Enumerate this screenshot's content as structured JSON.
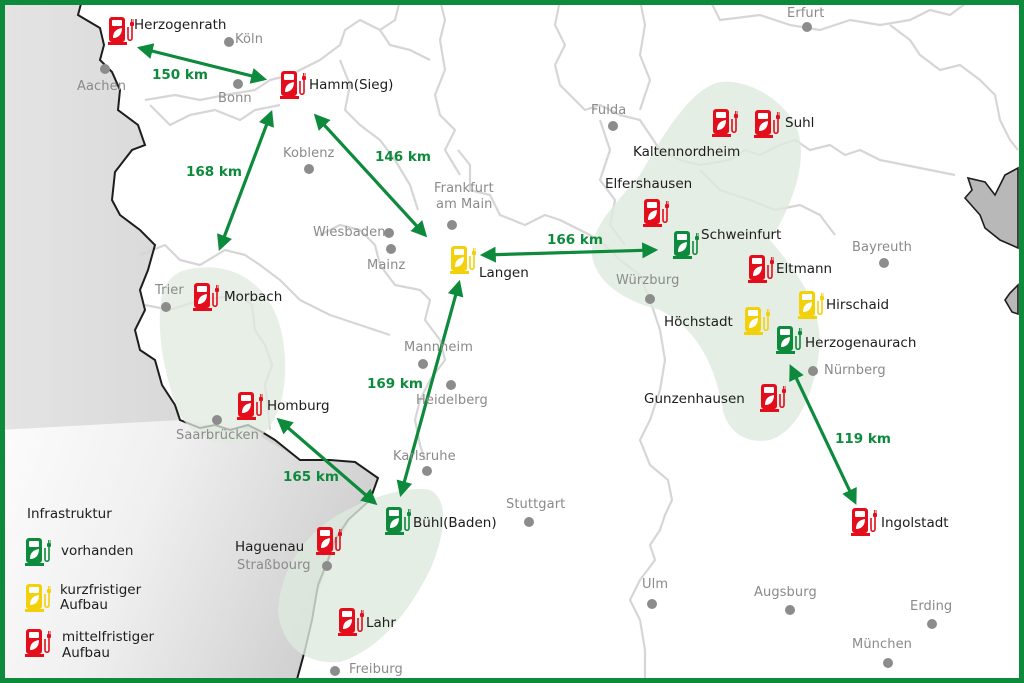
{
  "colors": {
    "border": "#0d8a3c",
    "arrow": "#0d8a3c",
    "existing": "#0d8a3c",
    "short_term": "#f2d10a",
    "mid_term": "#e30d1b",
    "region_fill": "#e6efe6",
    "foreign_fill": "#d4d4d4",
    "city_dot": "#8c8c8c"
  },
  "legend": {
    "title": "Infrastruktur",
    "items": [
      {
        "status": "existing",
        "label": "vorhanden"
      },
      {
        "status": "short_term",
        "label_1": "kurzfristiger",
        "label_2": "Aufbau"
      },
      {
        "status": "mid_term",
        "label_1": "mittelfristiger",
        "label_2": "Aufbau"
      }
    ]
  },
  "sites": [
    {
      "name": "Herzogenrath",
      "status": "mid_term"
    },
    {
      "name": "Hamm(Sieg)",
      "status": "mid_term"
    },
    {
      "name": "Langen",
      "status": "short_term"
    },
    {
      "name": "Morbach",
      "status": "mid_term"
    },
    {
      "name": "Homburg",
      "status": "mid_term"
    },
    {
      "name": "Bühl(Baden)",
      "status": "existing"
    },
    {
      "name": "Haguenau",
      "status": "mid_term"
    },
    {
      "name": "Lahr",
      "status": "mid_term"
    },
    {
      "name": "Kaltennordheim",
      "status": "mid_term"
    },
    {
      "name": "Suhl",
      "status": "mid_term"
    },
    {
      "name": "Elfershausen",
      "status": "mid_term"
    },
    {
      "name": "Schweinfurt",
      "status": "existing"
    },
    {
      "name": "Eltmann",
      "status": "mid_term"
    },
    {
      "name": "Hirschaid",
      "status": "short_term"
    },
    {
      "name": "Höchstadt",
      "status": "short_term"
    },
    {
      "name": "Herzogenaurach",
      "status": "existing"
    },
    {
      "name": "Gunzenhausen",
      "status": "mid_term"
    },
    {
      "name": "Ingolstadt",
      "status": "mid_term"
    }
  ],
  "cities": [
    "Köln",
    "Aachen",
    "Bonn",
    "Koblenz",
    "Frankfurt",
    "am Main",
    "Wiesbaden",
    "Mainz",
    "Trier",
    "Saarbrücken",
    "Mannheim",
    "Heidelberg",
    "Karlsruhe",
    "Stuttgart",
    "Straßbourg",
    "Freiburg",
    "Erfurt",
    "Fulda",
    "Würzburg",
    "Bayreuth",
    "Nürnberg",
    "Ulm",
    "Augsburg",
    "Erding",
    "München"
  ],
  "distances": [
    {
      "label": "150 km",
      "from": "Herzogenrath",
      "to": "Hamm(Sieg)"
    },
    {
      "label": "168 km",
      "from": "Hamm(Sieg)",
      "to": "Morbach"
    },
    {
      "label": "146 km",
      "from": "Hamm(Sieg)",
      "to": "Langen"
    },
    {
      "label": "166 km",
      "from": "Langen",
      "to": "Schweinfurt"
    },
    {
      "label": "169 km",
      "from": "Langen",
      "to": "Bühl(Baden)"
    },
    {
      "label": "165 km",
      "from": "Homburg",
      "to": "Bühl(Baden)"
    },
    {
      "label": "119 km",
      "from": "Herzogenaurach",
      "to": "Ingolstadt"
    }
  ]
}
